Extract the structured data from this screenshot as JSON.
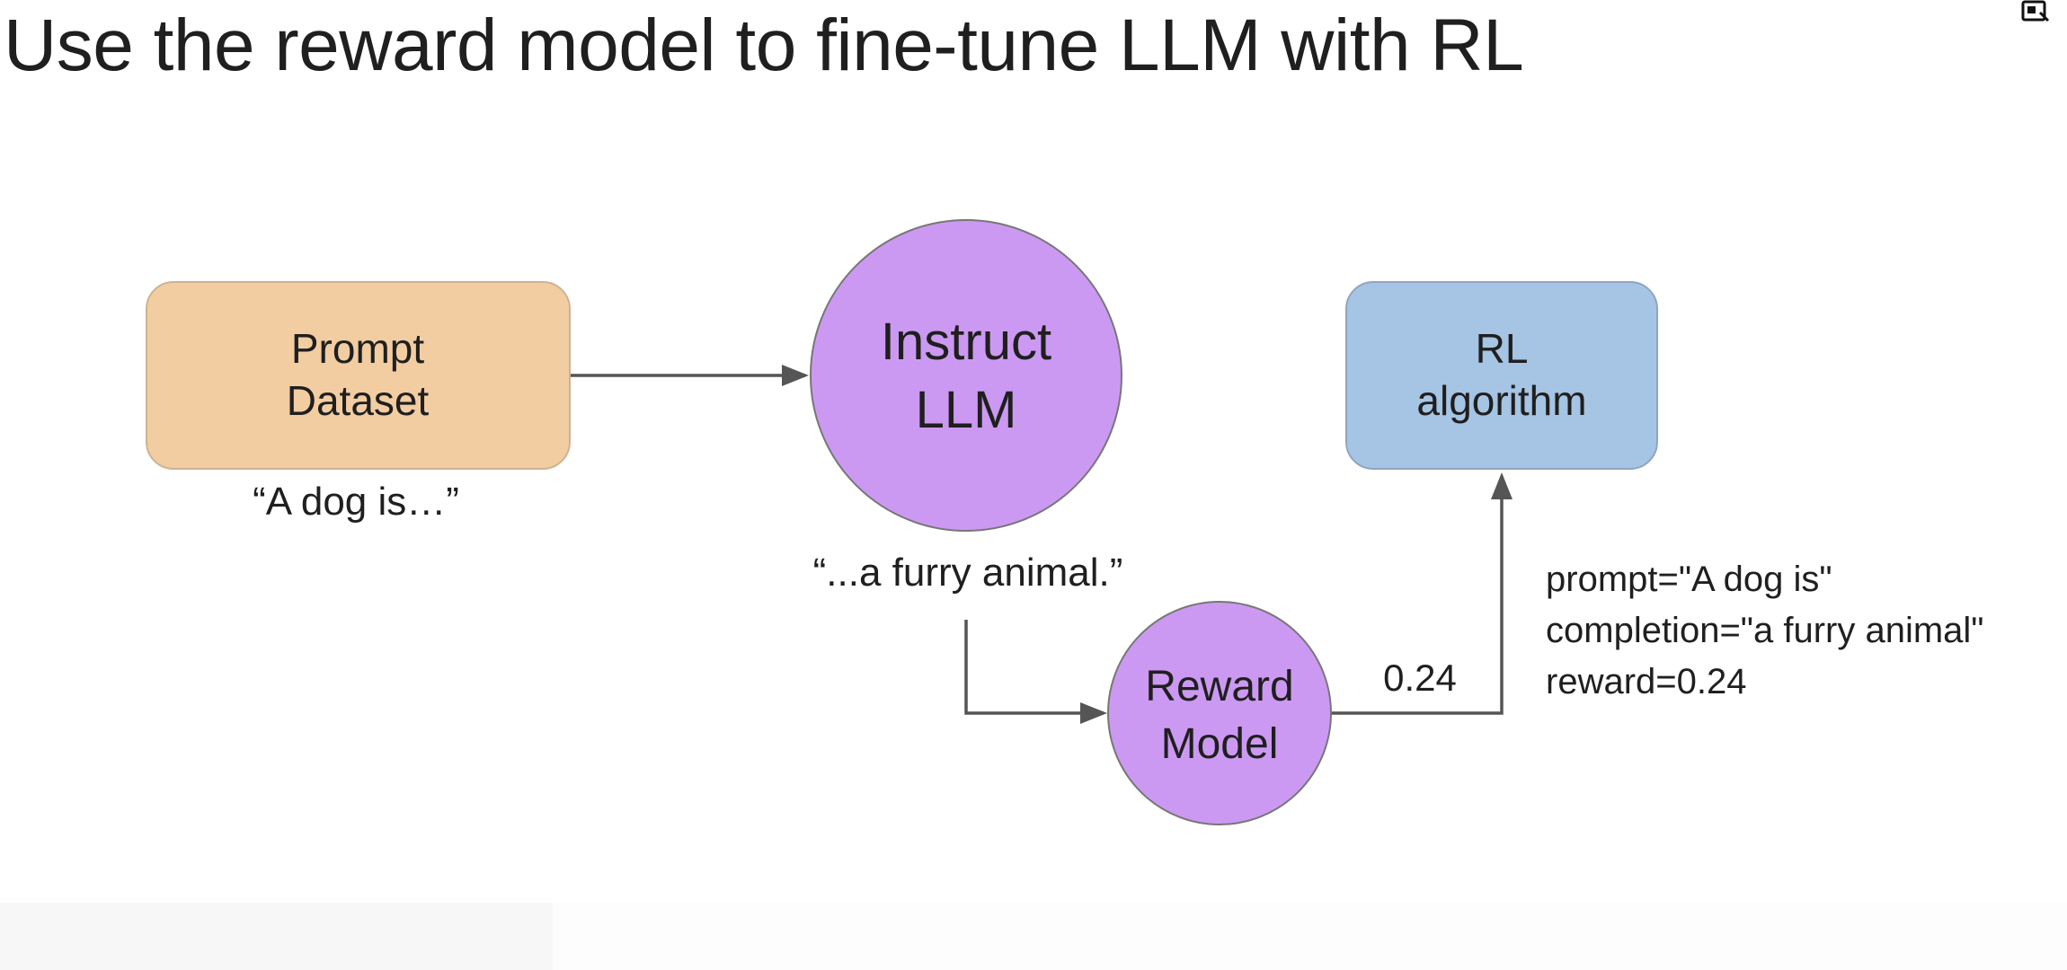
{
  "slide": {
    "title": "Use the reward model to fine-tune LLM with RL"
  },
  "icons": {
    "corner": "picture-in-picture-icon"
  },
  "colors": {
    "prompt_box": "#F2CDA2",
    "llm_circle": "#CC99F2",
    "rl_box": "#A6C4E3",
    "arrow": "#555555"
  },
  "diagram": {
    "prompt_dataset": {
      "line1": "Prompt",
      "line2": "Dataset"
    },
    "instruct_llm": {
      "line1": "Instruct",
      "line2": "LLM"
    },
    "rl_algorithm": {
      "line1": "RL",
      "line2": "algorithm"
    },
    "reward_model": {
      "line1": "Reward",
      "line2": "Model"
    },
    "prompt_example": "“A dog is…”",
    "completion_example": "“...a furry animal.”",
    "reward_value": "0.24",
    "details": {
      "prompt": "prompt=\"A dog is\"",
      "completion": "completion=\"a furry animal\"",
      "reward": "reward=0.24"
    }
  }
}
